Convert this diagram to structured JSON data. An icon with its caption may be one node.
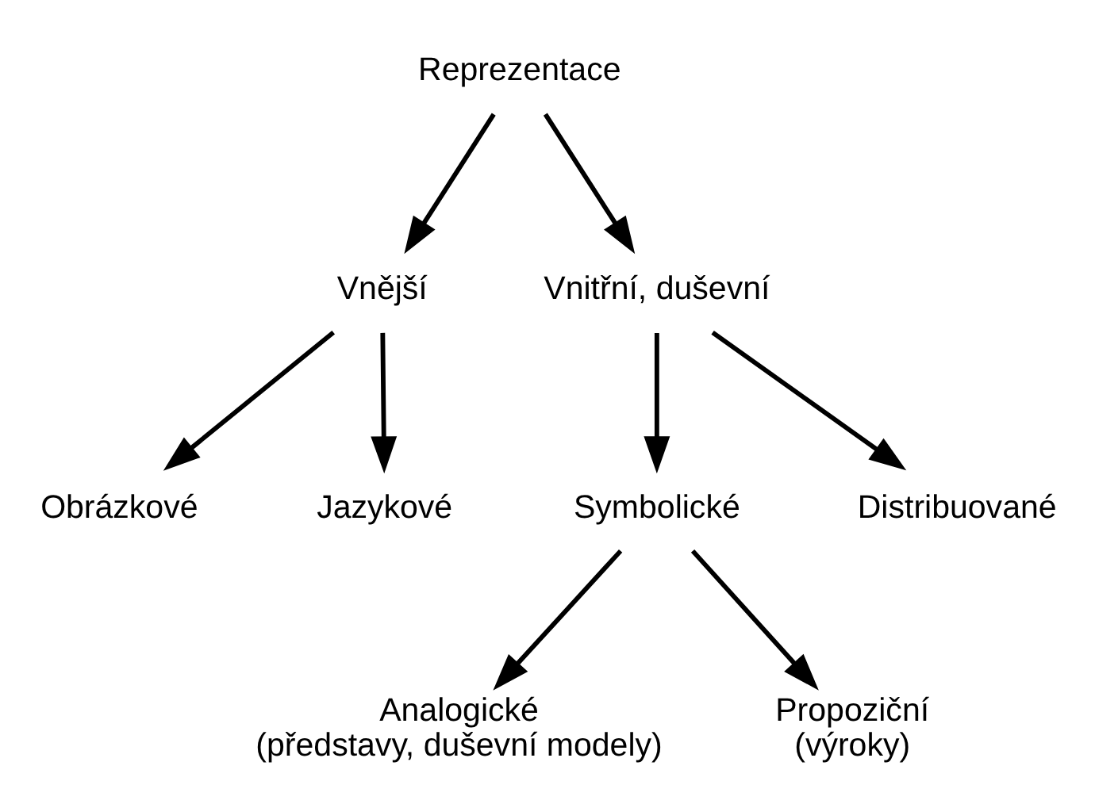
{
  "diagram": {
    "nodes": [
      {
        "text": [
          "Reprezentace"
        ]
      },
      {
        "text": [
          "Vnější"
        ]
      },
      {
        "text": [
          "Vnitřní, duševní"
        ]
      },
      {
        "text": [
          "Obrázkové"
        ]
      },
      {
        "text": [
          "Jazykové"
        ]
      },
      {
        "text": [
          "Symbolické"
        ]
      },
      {
        "text": [
          "Distribuované"
        ]
      },
      {
        "text": [
          "Analogické",
          "(představy, duševní modely)"
        ]
      },
      {
        "text": [
          "Propoziční",
          "(výroky)"
        ]
      }
    ],
    "edges": [
      {
        "from": 0,
        "to": 1,
        "arrow": "to"
      },
      {
        "from": 0,
        "to": 2,
        "arrow": "to"
      },
      {
        "from": 1,
        "to": 3,
        "arrow": "to"
      },
      {
        "from": 1,
        "to": 4,
        "arrow": "to"
      },
      {
        "from": 2,
        "to": 5,
        "arrow": "to"
      },
      {
        "from": 2,
        "to": 6,
        "arrow": "to"
      },
      {
        "from": 5,
        "to": 7,
        "arrow": "to"
      },
      {
        "from": 5,
        "to": 8,
        "arrow": "to"
      }
    ]
  }
}
